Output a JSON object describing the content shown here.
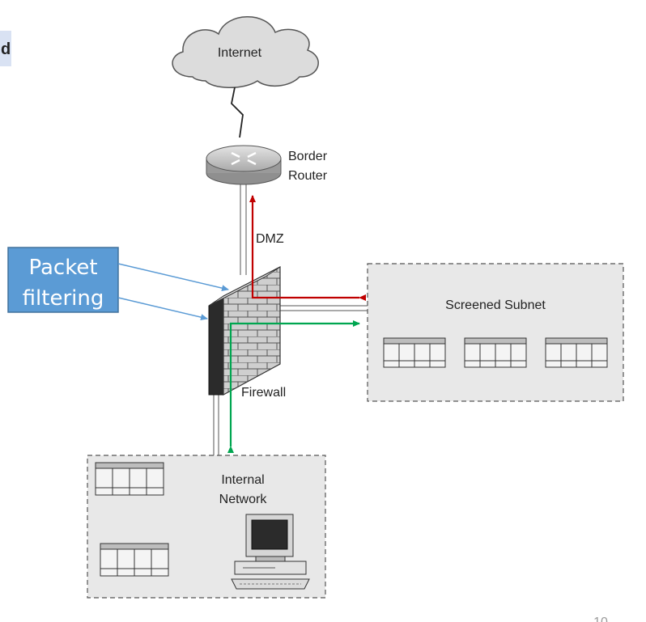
{
  "slide": {
    "partial_title": "d",
    "page_number": "10"
  },
  "diagram": {
    "internet_label": "Internet",
    "router_label_line1": "Border",
    "router_label_line2": "Router",
    "dmz_label": "DMZ",
    "firewall_label": "Firewall",
    "screened_subnet_label": "Screened Subnet",
    "internal_network_line1": "Internal",
    "internal_network_line2": "Network",
    "callout_line1": "Packet",
    "callout_line2": "filtering"
  },
  "colors": {
    "red_arrow": "#c00000",
    "green_arrow": "#00a650",
    "callout_fill": "#5b9bd5",
    "callout_stroke": "#41719c",
    "zone_fill": "#e8e8e8"
  }
}
